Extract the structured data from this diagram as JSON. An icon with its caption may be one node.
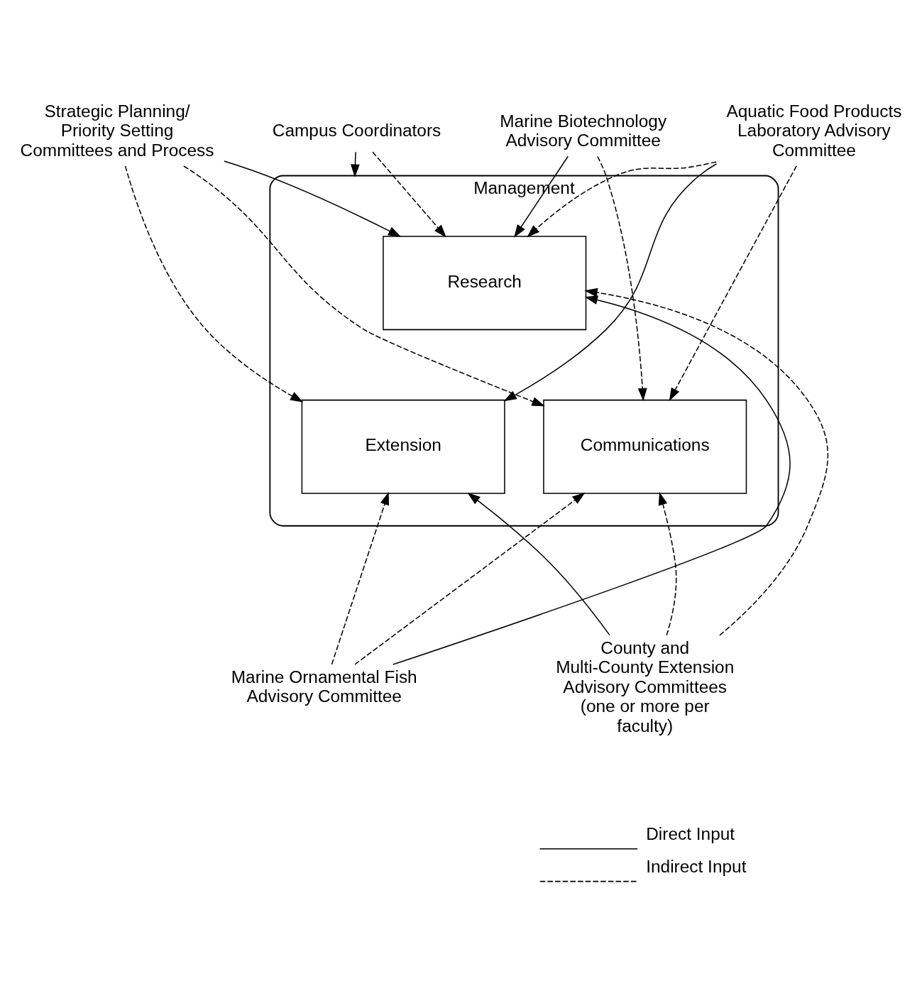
{
  "diagram": {
    "nodes": [
      {
        "text": [
          "Campus Coordinators"
        ]
      },
      {
        "text": [
          "Strategic Planning/ Priority Setting Committees and Process"
        ]
      },
      {
        "text": [
          "Management"
        ]
      },
      {
        "text": [
          "Research"
        ],
        "in": 2
      },
      {
        "text": [
          "Communications"
        ],
        "in": 2
      },
      {
        "text": [
          "Extension"
        ],
        "in": 2
      },
      {
        "text": [
          "Marine Biotechnology Advisory Committee"
        ]
      },
      {
        "text": [
          "Aquatic Food Products Laboratory Advisory Committee"
        ]
      },
      {
        "text": [
          "Marine Ornamental Fish Advisory Committee"
        ]
      },
      {
        "text": [
          "County and Multi-County Extension Advisory Committees (one or more per faculty)"
        ]
      }
    ],
    "edges": [
      {
        "from": 0,
        "to": 2,
        "arrow": "to"
      },
      {
        "from": 0,
        "to": 3,
        "arrow": "to",
        "style": "dashed"
      },
      {
        "from": 1,
        "to": 3,
        "arrow": "to"
      },
      {
        "from": 1,
        "to": 4,
        "arrow": "to",
        "style": "dashed"
      },
      {
        "from": 1,
        "to": 5,
        "arrow": "to",
        "style": "dashed"
      },
      {
        "from": 6,
        "to": 3,
        "arrow": "to"
      },
      {
        "from": 6,
        "to": 4,
        "arrow": "to",
        "style": "dashed"
      },
      {
        "from": 7,
        "to": 3,
        "arrow": "to",
        "style": "dashed"
      },
      {
        "from": 7,
        "to": 4,
        "arrow": "to",
        "style": "dashed"
      },
      {
        "from": 7,
        "to": 5,
        "arrow": "to"
      },
      {
        "from": 8,
        "to": 3,
        "arrow": "to"
      },
      {
        "from": 8,
        "to": 4,
        "arrow": "to",
        "style": "dashed"
      },
      {
        "from": 8,
        "to": 5,
        "arrow": "to",
        "style": "dashed"
      },
      {
        "from": 9,
        "to": 3,
        "arrow": "to",
        "style": "dashed"
      },
      {
        "from": 9,
        "to": 4,
        "arrow": "to",
        "style": "dashed"
      },
      {
        "from": 9,
        "to": 5,
        "arrow": "to"
      }
    ],
    "legend": [
      {
        "text": "Direct Input"
      },
      {
        "text": "Indirect Input"
      }
    ]
  }
}
